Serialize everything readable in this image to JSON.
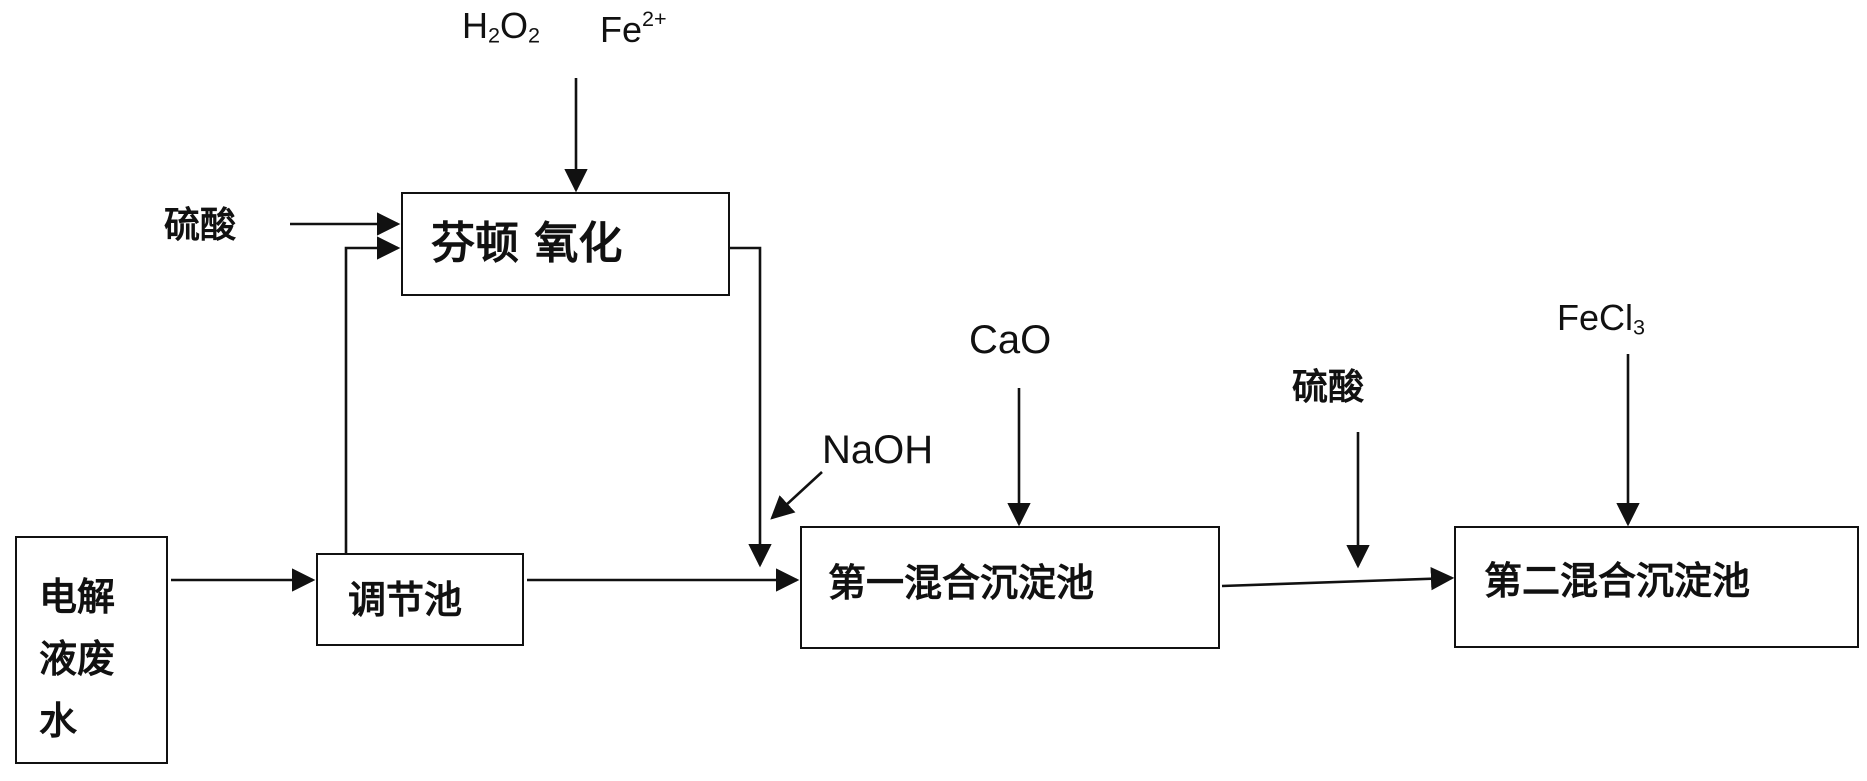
{
  "nodes": {
    "wastewater": "电解液废水",
    "regulating_tank": "调节池",
    "fenton_oxidation": "芬顿 氧化",
    "first_tank": "第一混合沉淀池",
    "second_tank": "第二混合沉淀池"
  },
  "reagents": {
    "h2o2": {
      "main": "H",
      "sub": "2",
      "main2": "O",
      "sub2": "2"
    },
    "fe2": {
      "main": "Fe",
      "sup": "2+"
    },
    "sulfuric_acid_1": "硫酸",
    "naoh": "NaOH",
    "cao": "CaO",
    "sulfuric_acid_2": "硫酸",
    "fecl3": {
      "main": "FeCl",
      "sub": "3"
    }
  }
}
